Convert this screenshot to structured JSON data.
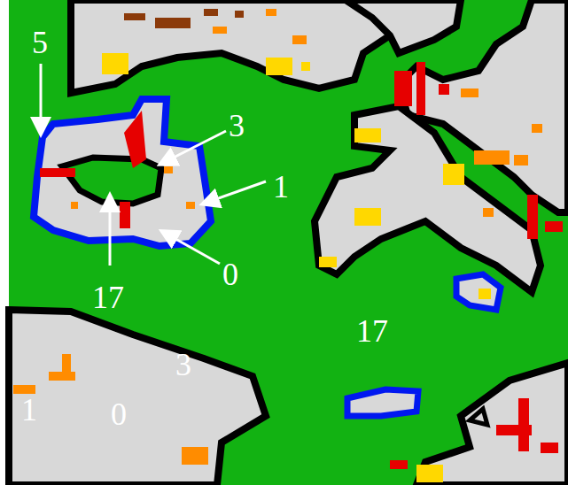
{
  "diagram": {
    "labels": [
      "5",
      "3",
      "1",
      "17",
      "0",
      "17",
      "3",
      "1",
      "0"
    ]
  }
}
